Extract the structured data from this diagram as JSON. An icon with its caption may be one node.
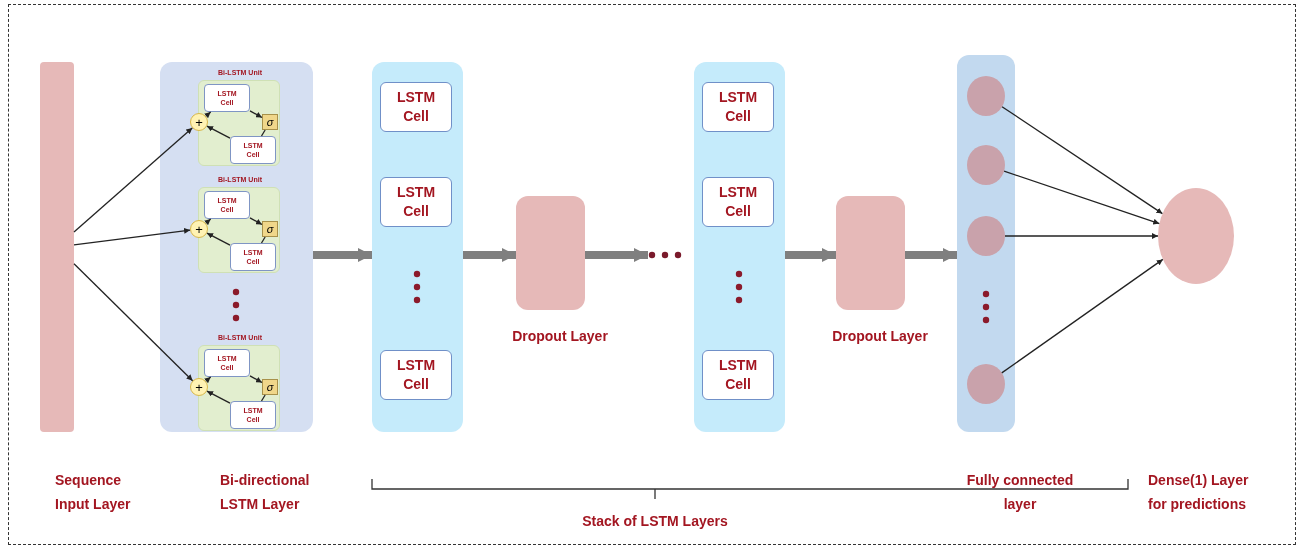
{
  "diagram": {
    "nodes": [
      {
        "text": [],
        "shape": "bar"
      },
      {
        "text": [],
        "shape": "box"
      },
      {
        "text": [
          "Bi-LSTM Unit"
        ],
        "in": 1
      },
      {
        "text": [
          "LSTM Cell"
        ],
        "in": 2
      },
      {
        "text": [
          "+"
        ],
        "in": 2
      },
      {
        "text": [
          "σ"
        ],
        "in": 2
      },
      {
        "text": [
          "LSTM Cell"
        ],
        "in": 2
      },
      {
        "text": [
          "Bi-LSTM Unit"
        ],
        "in": 1
      },
      {
        "text": [
          "LSTM Cell"
        ],
        "in": 7
      },
      {
        "text": [
          "+"
        ],
        "in": 7
      },
      {
        "text": [
          "σ"
        ],
        "in": 7
      },
      {
        "text": [
          "LSTM Cell"
        ],
        "in": 7
      },
      {
        "text": [
          "Bi-LSTM Unit"
        ],
        "in": 1
      },
      {
        "text": [
          "LSTM Cell"
        ],
        "in": 12
      },
      {
        "text": [
          "+"
        ],
        "in": 12
      },
      {
        "text": [
          "σ"
        ],
        "in": 12
      },
      {
        "text": [
          "LSTM Cell"
        ],
        "in": 12
      },
      {
        "text": [],
        "shape": "box"
      },
      {
        "text": [
          "LSTM Cell"
        ],
        "in": 17
      },
      {
        "text": [
          "LSTM Cell"
        ],
        "in": 17
      },
      {
        "text": [
          "LSTM Cell"
        ],
        "in": 17
      },
      {
        "text": [],
        "shape": "box",
        "beside": [
          "Dropout Layer"
        ]
      },
      {
        "text": [],
        "shape": "box"
      },
      {
        "text": [
          "LSTM Cell"
        ],
        "in": 22
      },
      {
        "text": [
          "LSTM Cell"
        ],
        "in": 22
      },
      {
        "text": [
          "LSTM Cell"
        ],
        "in": 22
      },
      {
        "text": [],
        "shape": "box",
        "beside": [
          "Dropout Layer"
        ]
      },
      {
        "text": [],
        "shape": "box"
      },
      {
        "text": [],
        "shape": "circle",
        "in": 27
      },
      {
        "text": [],
        "shape": "circle",
        "in": 27
      },
      {
        "text": [],
        "shape": "circle",
        "in": 27
      },
      {
        "text": [],
        "shape": "circle",
        "in": 27
      },
      {
        "text": [],
        "shape": "circle"
      },
      {
        "text": [],
        "shape": "ellipsis"
      }
    ],
    "edges": [
      {
        "from": 0,
        "to": 4,
        "arrow": "to"
      },
      {
        "from": 0,
        "to": 9,
        "arrow": "to"
      },
      {
        "from": 0,
        "to": 14,
        "arrow": "to"
      },
      {
        "from": 4,
        "to": 3,
        "arrow": "to"
      },
      {
        "from": 3,
        "to": 5,
        "arrow": "to"
      },
      {
        "from": 6,
        "to": 4,
        "arrow": "to"
      },
      {
        "from": 6,
        "to": 5,
        "arrow": "none"
      },
      {
        "from": 9,
        "to": 8,
        "arrow": "to"
      },
      {
        "from": 8,
        "to": 10,
        "arrow": "to"
      },
      {
        "from": 11,
        "to": 9,
        "arrow": "to"
      },
      {
        "from": 11,
        "to": 10,
        "arrow": "none"
      },
      {
        "from": 14,
        "to": 13,
        "arrow": "to"
      },
      {
        "from": 13,
        "to": 15,
        "arrow": "to"
      },
      {
        "from": 16,
        "to": 14,
        "arrow": "to"
      },
      {
        "from": 16,
        "to": 15,
        "arrow": "none"
      },
      {
        "from": 1,
        "to": 17,
        "arrow": "to",
        "style": "thick",
        "color": "#7f7f7f"
      },
      {
        "from": 17,
        "to": 21,
        "arrow": "to",
        "style": "thick",
        "color": "#7f7f7f"
      },
      {
        "from": 21,
        "to": 33,
        "arrow": "to",
        "style": "thick",
        "color": "#7f7f7f"
      },
      {
        "from": 22,
        "to": 26,
        "arrow": "to",
        "style": "thick",
        "color": "#7f7f7f"
      },
      {
        "from": 26,
        "to": 27,
        "arrow": "to",
        "style": "thick",
        "color": "#7f7f7f"
      },
      {
        "from": 28,
        "to": 32,
        "arrow": "to"
      },
      {
        "from": 29,
        "to": 32,
        "arrow": "to"
      },
      {
        "from": 30,
        "to": 32,
        "arrow": "to"
      },
      {
        "from": 31,
        "to": 32,
        "arrow": "to"
      }
    ],
    "labels": [
      "Sequence Input Layer",
      "Bi-directional LSTM Layer",
      "Fully connected layer",
      "Dense(1) Layer for predictions",
      "Stack of LSTM Layers"
    ]
  }
}
